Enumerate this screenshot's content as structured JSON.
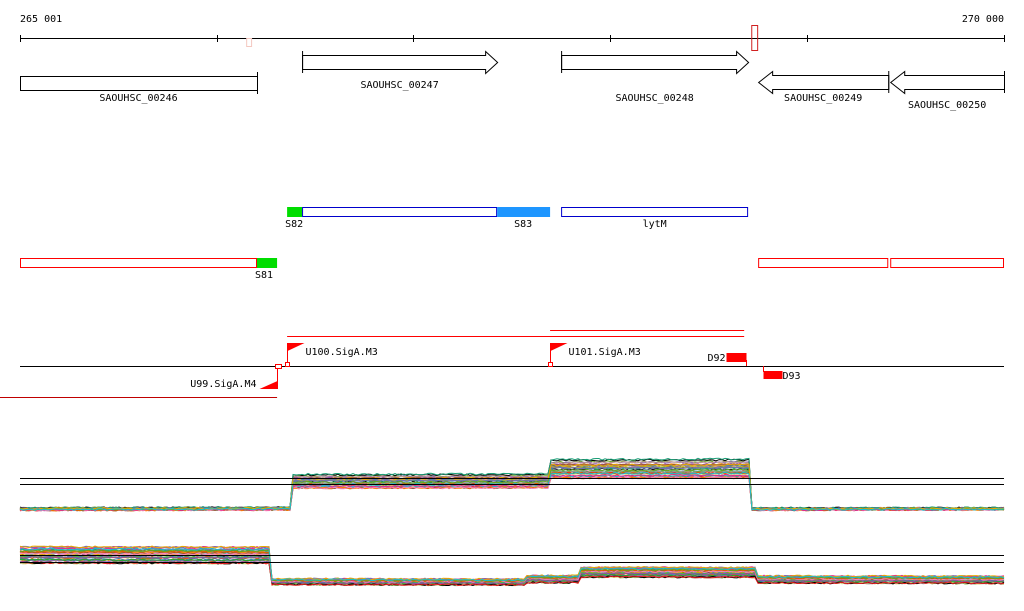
{
  "ruler": {
    "start_label": "265 001",
    "end_label": "270 000",
    "start": 265001,
    "end": 270000,
    "tick_interval": 1000
  },
  "markers": [
    {
      "name": "faint-marker",
      "start": 266150,
      "end": 266175,
      "color": "#f4c8c0"
    },
    {
      "name": "selection-marker",
      "start": 268716,
      "end": 268746,
      "color": "#d02020"
    }
  ],
  "genes": [
    {
      "label": "SAOUHSC_00246",
      "start": 265001,
      "end": 266205,
      "strand": "none"
    },
    {
      "label": "SAOUHSC_00247",
      "start": 266434,
      "end": 267425,
      "strand": "+"
    },
    {
      "label": "SAOUHSC_00248",
      "start": 267750,
      "end": 268700,
      "strand": "+"
    },
    {
      "label": "SAOUHSC_00249",
      "start": 268751,
      "end": 269412,
      "strand": "-"
    },
    {
      "label": "SAOUHSC_00250",
      "start": 269422,
      "end": 270000,
      "strand": "-"
    }
  ],
  "segments_blue": [
    {
      "label": "S82",
      "start": 266358,
      "end": 266434,
      "fill": "#00dd00",
      "outline": "#00dd00"
    },
    {
      "label": "",
      "start": 266434,
      "end": 267425,
      "fill": "#ffffff",
      "outline": "#0000cc"
    },
    {
      "label": "S83",
      "start": 267425,
      "end": 267694,
      "fill": "#1e96ff",
      "outline": "#1e96ff"
    },
    {
      "label": "lytM",
      "start": 267750,
      "end": 268700,
      "fill": "#ffffff",
      "outline": "#0000cc"
    }
  ],
  "segments_red": [
    {
      "label": "",
      "start": 265001,
      "end": 266205,
      "fill": "#ffffff",
      "outline": "#ff0000"
    },
    {
      "label": "S81",
      "start": 266205,
      "end": 266307,
      "fill": "#00dd00",
      "outline": "#00dd00"
    },
    {
      "label": "",
      "start": 268751,
      "end": 269412,
      "fill": "#ffffff",
      "outline": "#ff0000"
    },
    {
      "label": "",
      "start": 269422,
      "end": 270000,
      "fill": "#ffffff",
      "outline": "#ff0000"
    }
  ],
  "transcripts": [
    {
      "start": 266358,
      "end": 268680
    },
    {
      "start": 267694,
      "end": 268680
    }
  ],
  "promoters": [
    {
      "label": "U99.SigA.M4",
      "pos": 266307,
      "strand": "-"
    },
    {
      "label": "U100.SigA.M3",
      "pos": 266358,
      "strand": "+"
    },
    {
      "label": "U101.SigA.M3",
      "pos": 267694,
      "strand": "+"
    }
  ],
  "terminators": [
    {
      "label": "D92",
      "pos": 268690,
      "strand": "+"
    },
    {
      "label": "D93",
      "pos": 268776,
      "strand": "-"
    }
  ],
  "expression_tracks": [
    {
      "name": "plus-strand-expression",
      "series_count": 40,
      "profile": [
        {
          "start": 265001,
          "end": 266380,
          "level": 0.1
        },
        {
          "start": 266380,
          "end": 267694,
          "level": 0.55
        },
        {
          "start": 267694,
          "end": 268716,
          "level": 0.75
        },
        {
          "start": 268716,
          "end": 270000,
          "level": 0.08
        }
      ]
    },
    {
      "name": "minus-strand-expression",
      "series_count": 40,
      "profile": [
        {
          "start": 265001,
          "end": 266280,
          "level": 0.7
        },
        {
          "start": 266280,
          "end": 267570,
          "level": 0.25
        },
        {
          "start": 267570,
          "end": 267850,
          "level": 0.3
        },
        {
          "start": 267850,
          "end": 268740,
          "level": 0.42
        },
        {
          "start": 268740,
          "end": 270000,
          "level": 0.3
        }
      ]
    }
  ]
}
